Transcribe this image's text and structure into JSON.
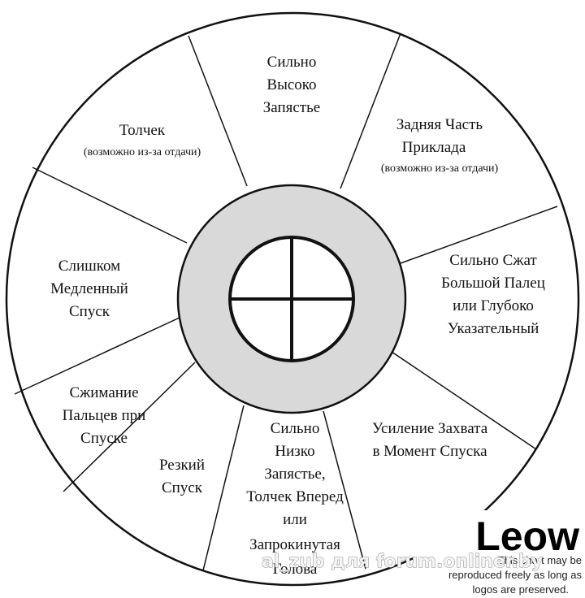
{
  "segments": {
    "top": {
      "lines": [
        "Сильно",
        "Высоко",
        "Запястье"
      ]
    },
    "top_right": {
      "lines": [
        "Задняя Часть",
        "Приклада"
      ],
      "note": "(возможно из-за отдачи)"
    },
    "right": {
      "lines": [
        "Сильно Сжат",
        "Большой Палец",
        "или Глубоко",
        "Указательный"
      ]
    },
    "lower_right": {
      "lines": [
        "Усиление Захвата",
        "в Момент Спуска"
      ]
    },
    "bottom": {
      "lines": [
        "Сильно",
        "Низко",
        "Запястье,",
        "Толчек Вперед",
        "или",
        "Запрокинутая",
        "Голова"
      ]
    },
    "lower_left_inner": {
      "lines": [
        "Резкий",
        "Спуск"
      ]
    },
    "lower_left": {
      "lines": [
        "Сжимание",
        "Пальцев при",
        "Спуске"
      ]
    },
    "left": {
      "lines": [
        "Слишком",
        "Медленный",
        "Спуск"
      ]
    },
    "top_left": {
      "lines": [
        "Толчек"
      ],
      "note": "(возможно из-за отдачи)"
    }
  },
  "logo": {
    "brand": "Leow",
    "fine_print": [
      "This chart may be",
      "reproduced freely as long as",
      "logos are preserved."
    ]
  },
  "watermark": "al_zub для forum.onliner.by",
  "colors": {
    "ring_fill": "#d9d9d9",
    "outline": "#111111",
    "background": "#ffffff"
  }
}
